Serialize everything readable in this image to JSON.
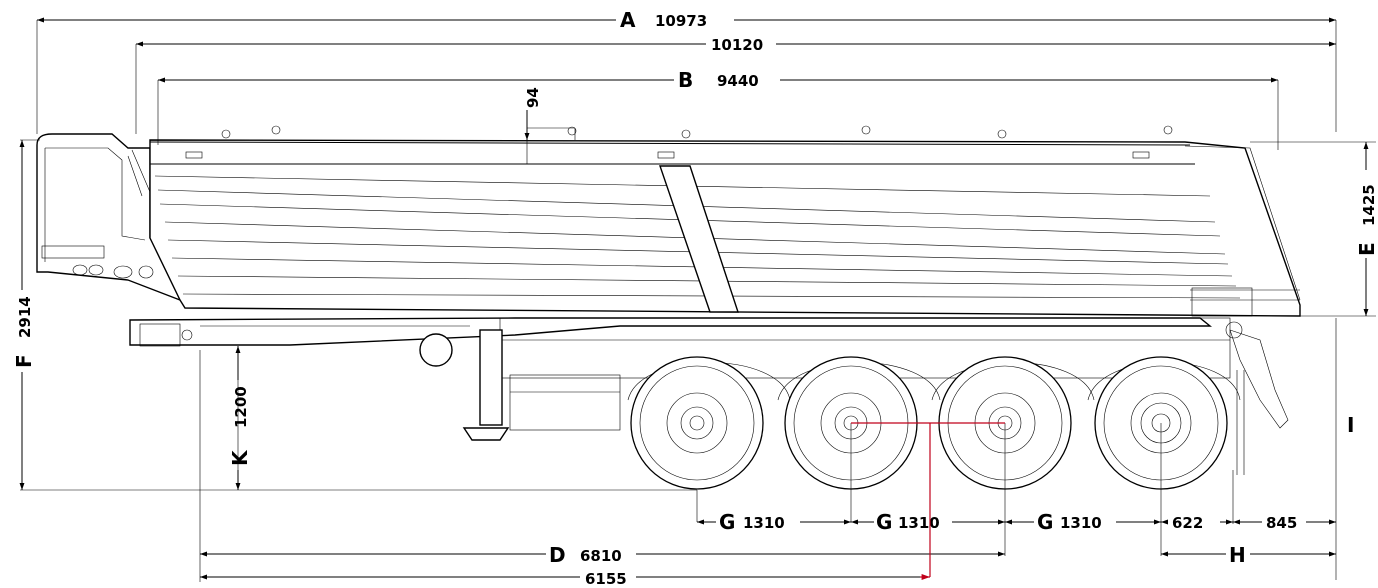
{
  "dimensions": {
    "overall_length": {
      "letter": "A",
      "value": "10973"
    },
    "body_outer_length": {
      "value": "10120"
    },
    "box_length": {
      "letter": "B",
      "value": "9440"
    },
    "top_rail": {
      "value": "94"
    },
    "rear_height": {
      "letter": "E",
      "value": "1425"
    },
    "total_height": {
      "letter": "F",
      "value": "2914"
    },
    "coupling_height": {
      "letter": "K",
      "value": "1200"
    },
    "axle_spacing_1": {
      "letter": "G",
      "value": "1310"
    },
    "axle_spacing_2": {
      "letter": "G",
      "value": "1310"
    },
    "axle_spacing_3": {
      "letter": "G",
      "value": "1310"
    },
    "rear_overhang_a": {
      "value": "622"
    },
    "rear_overhang_b": {
      "value": "845"
    },
    "rear_overhang": {
      "letter": "H"
    },
    "kingpin_to_last_axle": {
      "letter": "D",
      "value": "6810"
    },
    "kingpin_to_center": {
      "value": "6155"
    },
    "rear_clearance": {
      "letter": "I"
    }
  },
  "colors": {
    "line": "#000000",
    "highlight": "#c0001a"
  }
}
